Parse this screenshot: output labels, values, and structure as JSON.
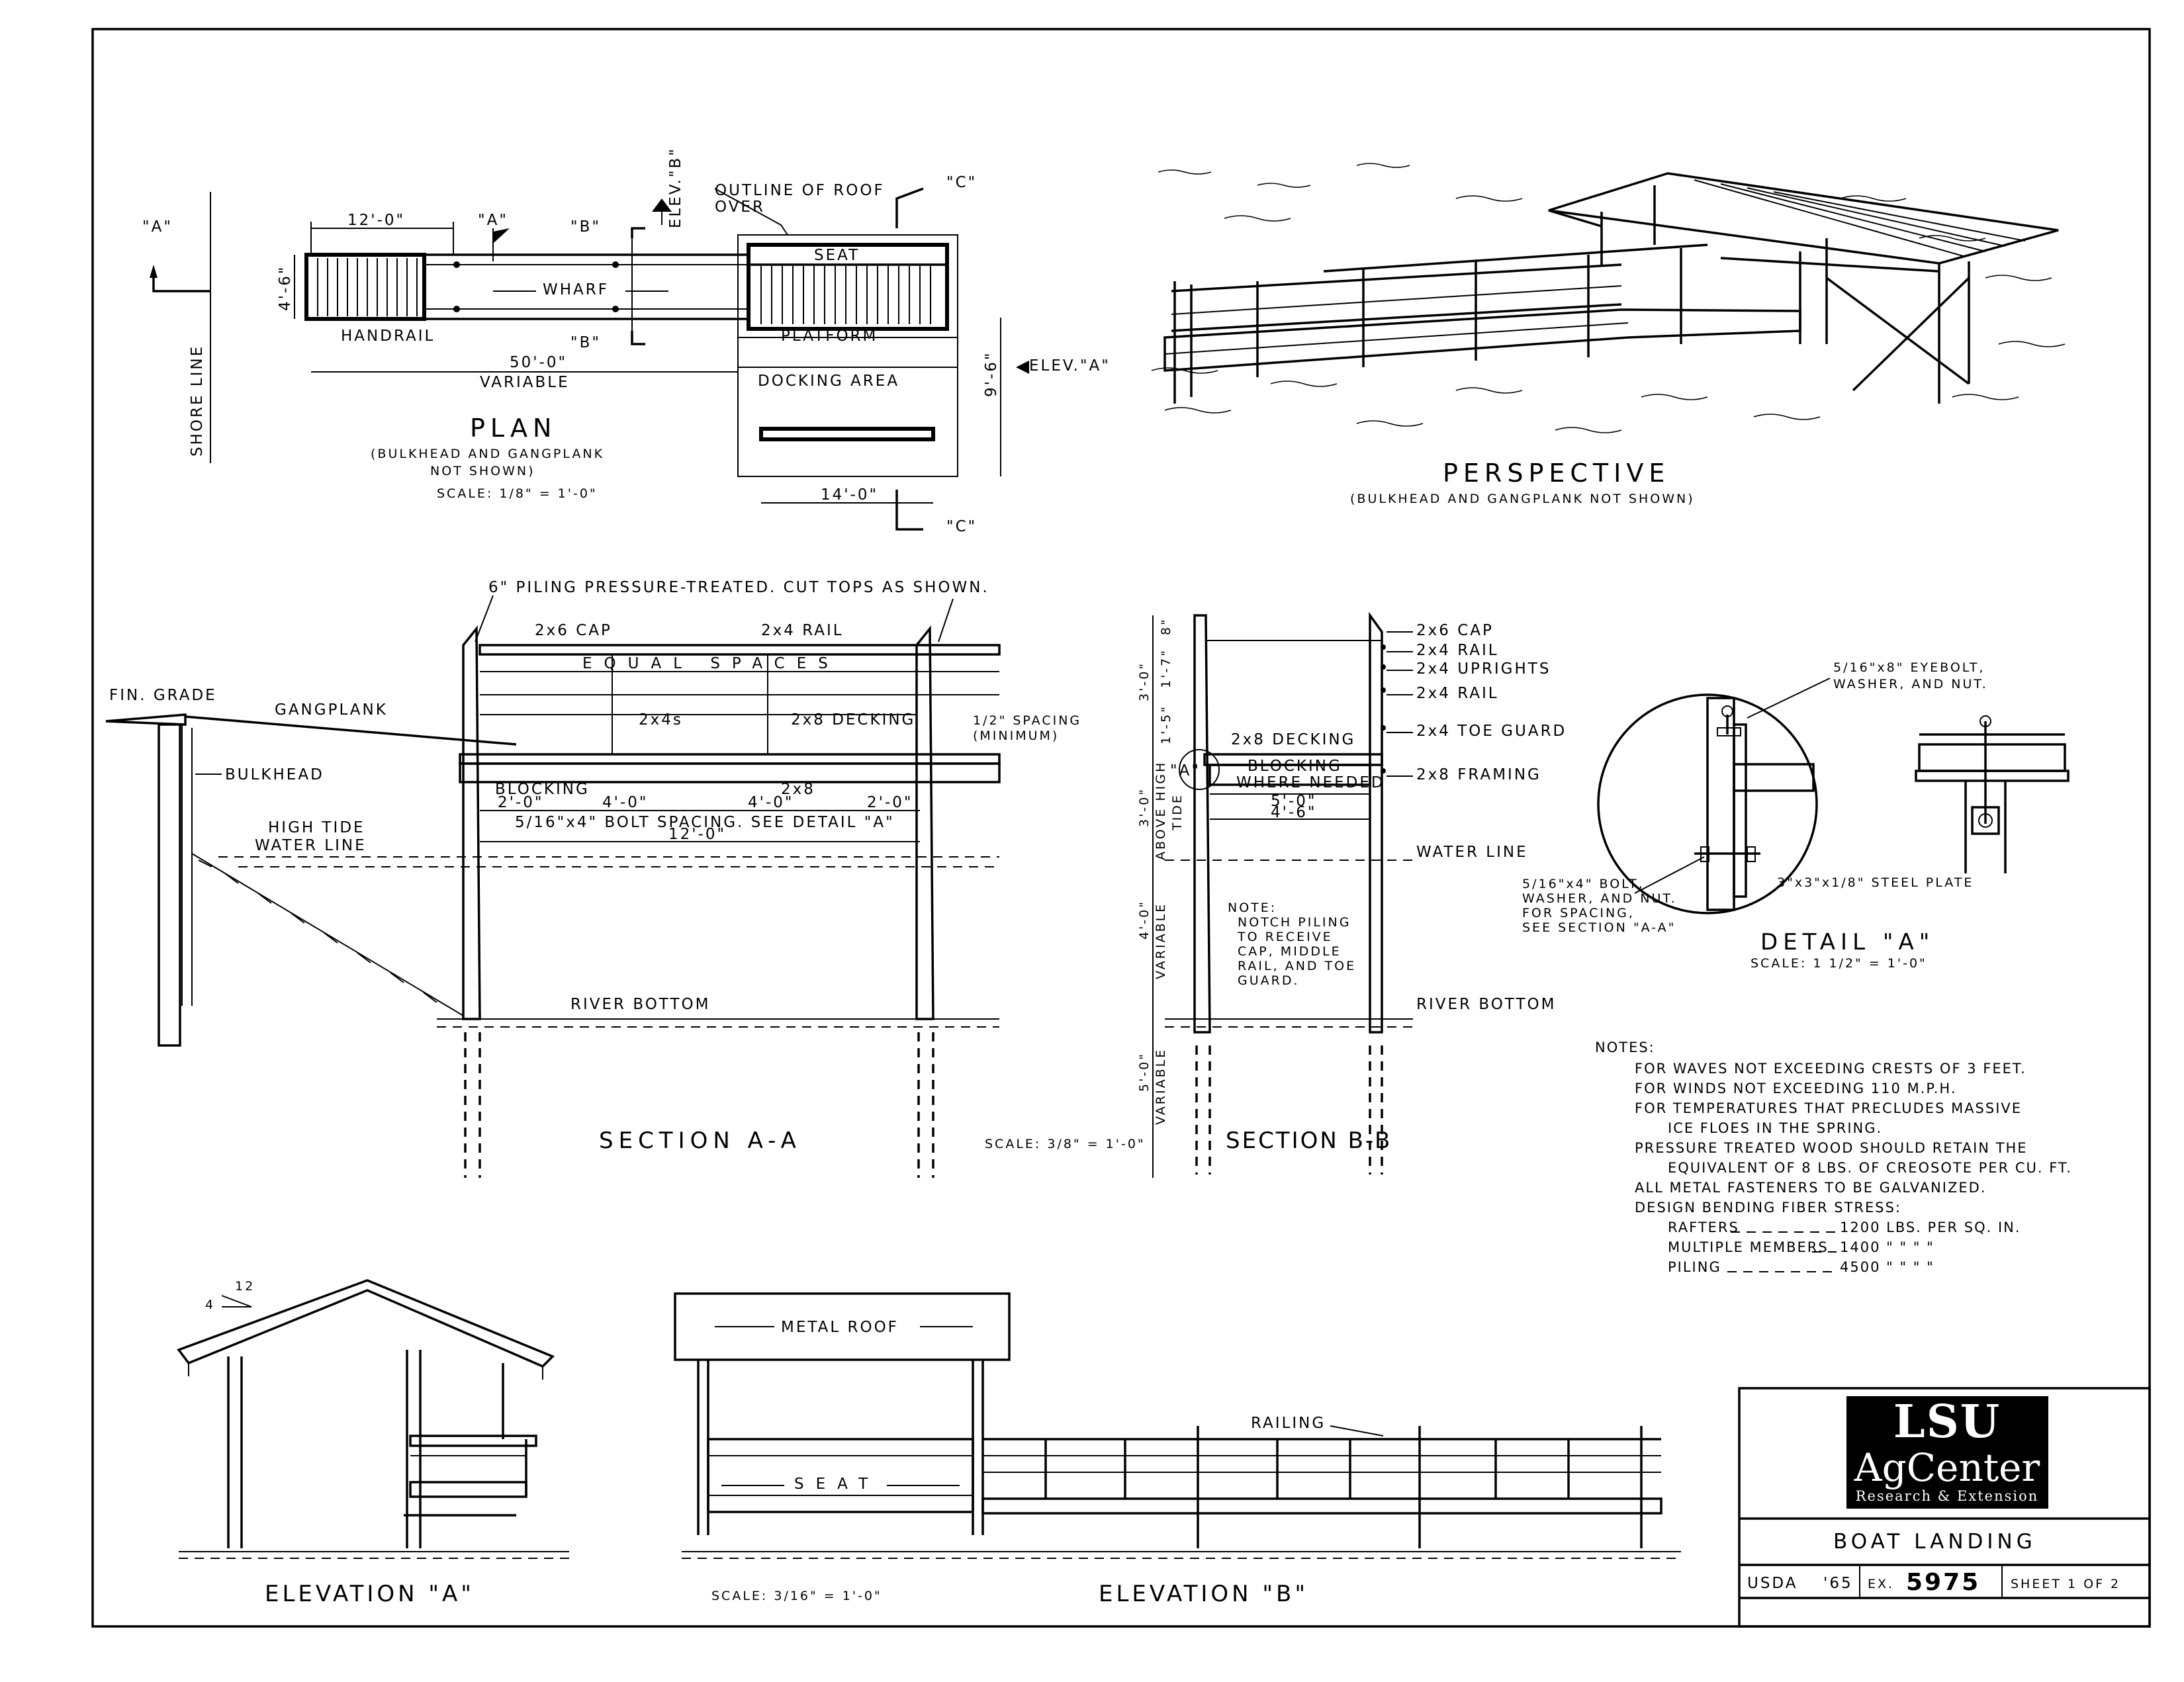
{
  "plan": {
    "title": "PLAN",
    "subtitle_1": "(BULKHEAD AND GANGPLANK",
    "subtitle_2": "NOT SHOWN)",
    "scale": "SCALE: 1/8\" = 1'-0\"",
    "labels": {
      "shore_line": "SHORE LINE",
      "mark_a": "\"A\"",
      "mark_a2": "\"A\"",
      "mark_b_top": "\"B\"",
      "mark_b_bottom": "\"B\"",
      "elev_b": "ELEV.\"B\"",
      "mark_c_top": "\"C\"",
      "mark_c_bottom": "\"C\"",
      "dim_12": "12'-0\"",
      "dim_4_6": "4'-6\"",
      "dim_50": "50'-0\"",
      "variable": "VARIABLE",
      "docking_area": "DOCKING AREA",
      "dim_9_6": "9'-6\"",
      "dim_14": "14'-0\"",
      "elev_a": "ELEV.\"A\"",
      "outline_roof_1": "OUTLINE OF ROOF",
      "outline_roof_2": "OVER",
      "seat": "SEAT",
      "wharf": "WHARF",
      "handrail": "HANDRAIL",
      "platform": "PLATFORM"
    }
  },
  "perspective": {
    "title": "PERSPECTIVE",
    "subtitle": "(BULKHEAD AND GANGPLANK NOT SHOWN)"
  },
  "section_aa": {
    "title": "SECTION A-A",
    "labels": {
      "piling": "6\" PILING PRESSURE-TREATED. CUT TOPS AS SHOWN.",
      "cap": "2x6 CAP",
      "rail": "2x4 RAIL",
      "equal_spaces": "EQUAL SPACES",
      "fin_grade": "FIN. GRADE",
      "gangplank": "GANGPLANK",
      "bulkhead": "BULKHEAD",
      "x2x4s": "2x4s",
      "decking": "2x8 DECKING",
      "spacing_1": "1/2\" SPACING",
      "spacing_2": "(MINIMUM)",
      "blocking": "BLOCKING",
      "x2x8": "2x8",
      "dim_2_0_left": "2'-0\"",
      "dim_4_0_a": "4'-0\"",
      "dim_4_0_b": "4'-0\"",
      "dim_2_0_right": "2'-0\"",
      "bolt": "5/16\"x4\" BOLT SPACING. SEE DETAIL \"A\"",
      "dim_12_0": "12'-0\"",
      "high_tide_1": "HIGH TIDE",
      "high_tide_2": "WATER LINE",
      "river_bottom": "RIVER BOTTOM"
    }
  },
  "section_bb": {
    "title": "SECTION B-B",
    "scale": "SCALE: 3/8\" = 1'-0\"",
    "labels": {
      "dim_8": "8\"",
      "dim_1_7": "1'-7\"",
      "dim_3_0_top": "3'-0\"",
      "dim_1_5": "1'-5\"",
      "dim_3_0_mid": "3'-0\"",
      "above_high": "ABOVE HIGH",
      "tide": "TIDE",
      "mark_a": "\"A\"",
      "dim_4_0": "4'-0\"",
      "variable_1": "VARIABLE",
      "dim_5_0": "5'-0\"",
      "variable_2": "VARIABLE",
      "decking": "2x8 DECKING",
      "blocking_1": "BLOCKING",
      "blocking_2": "WHERE NEEDED",
      "dim_5_0_w": "5'-0\"",
      "dim_4_6": "4'-6\"",
      "cap": "2x6 CAP",
      "rail_1": "2x4 RAIL",
      "uprights": "2x4 UPRIGHTS",
      "rail_2": "2x4 RAIL",
      "toe_guard": "2x4 TOE GUARD",
      "framing": "2x8 FRAMING",
      "water_line": "WATER LINE",
      "river_bottom": "RIVER BOTTOM",
      "note_title": "NOTE:",
      "note_1": "NOTCH PILING",
      "note_2": "TO RECEIVE",
      "note_3": "CAP, MIDDLE",
      "note_4": "RAIL, AND TOE",
      "note_5": "GUARD."
    }
  },
  "detail_a": {
    "title": "DETAIL \"A\"",
    "scale": "SCALE: 1 1/2\" = 1'-0\"",
    "eyebolt_1": "5/16\"x8\" EYEBOLT,",
    "eyebolt_2": "WASHER, AND NUT.",
    "bolt_1": "5/16\"x4\" BOLT,",
    "bolt_2": "WASHER, AND NUT.",
    "bolt_3": "FOR SPACING,",
    "bolt_4": "SEE SECTION \"A-A\"",
    "plate": "3\"x3\"x1/8\" STEEL PLATE"
  },
  "notes": {
    "title": "NOTES:",
    "lines": [
      "FOR WAVES NOT EXCEEDING CRESTS OF 3 FEET.",
      "FOR WINDS NOT EXCEEDING 110 M.P.H.",
      "FOR TEMPERATURES THAT PRECLUDES MASSIVE",
      "ICE FLOES IN THE SPRING.",
      "PRESSURE TREATED WOOD SHOULD RETAIN THE",
      "EQUIVALENT OF 8 LBS. OF CREOSOTE PER CU. FT.",
      "ALL METAL FASTENERS TO BE GALVANIZED.",
      "DESIGN BENDING FIBER STRESS:"
    ],
    "stress": [
      {
        "member": "RAFTERS",
        "value": "1200 LBS. PER SQ. IN."
      },
      {
        "member": "MULTIPLE MEMBERS",
        "value": "1400 \"   \"   \"   \""
      },
      {
        "member": "PILING",
        "value": "4500 \"   \"   \"   \""
      }
    ]
  },
  "elevation_a": {
    "title": "ELEVATION \"A\"",
    "pitch_rise": "4",
    "pitch_run": "12"
  },
  "elevation_b": {
    "title": "ELEVATION \"B\"",
    "scale": "SCALE: 3/16\" = 1'-0\"",
    "metal_roof": "METAL ROOF",
    "seat": "SEAT",
    "railing": "RAILING"
  },
  "title_block": {
    "logo_1": "LSU",
    "logo_2": "AgCenter",
    "logo_3": "Research & Extension",
    "project": "BOAT LANDING",
    "agency": "USDA",
    "year": "'65",
    "ex_label": "EX.",
    "ex_number": "5975",
    "sheet": "SHEET 1 OF 2"
  }
}
